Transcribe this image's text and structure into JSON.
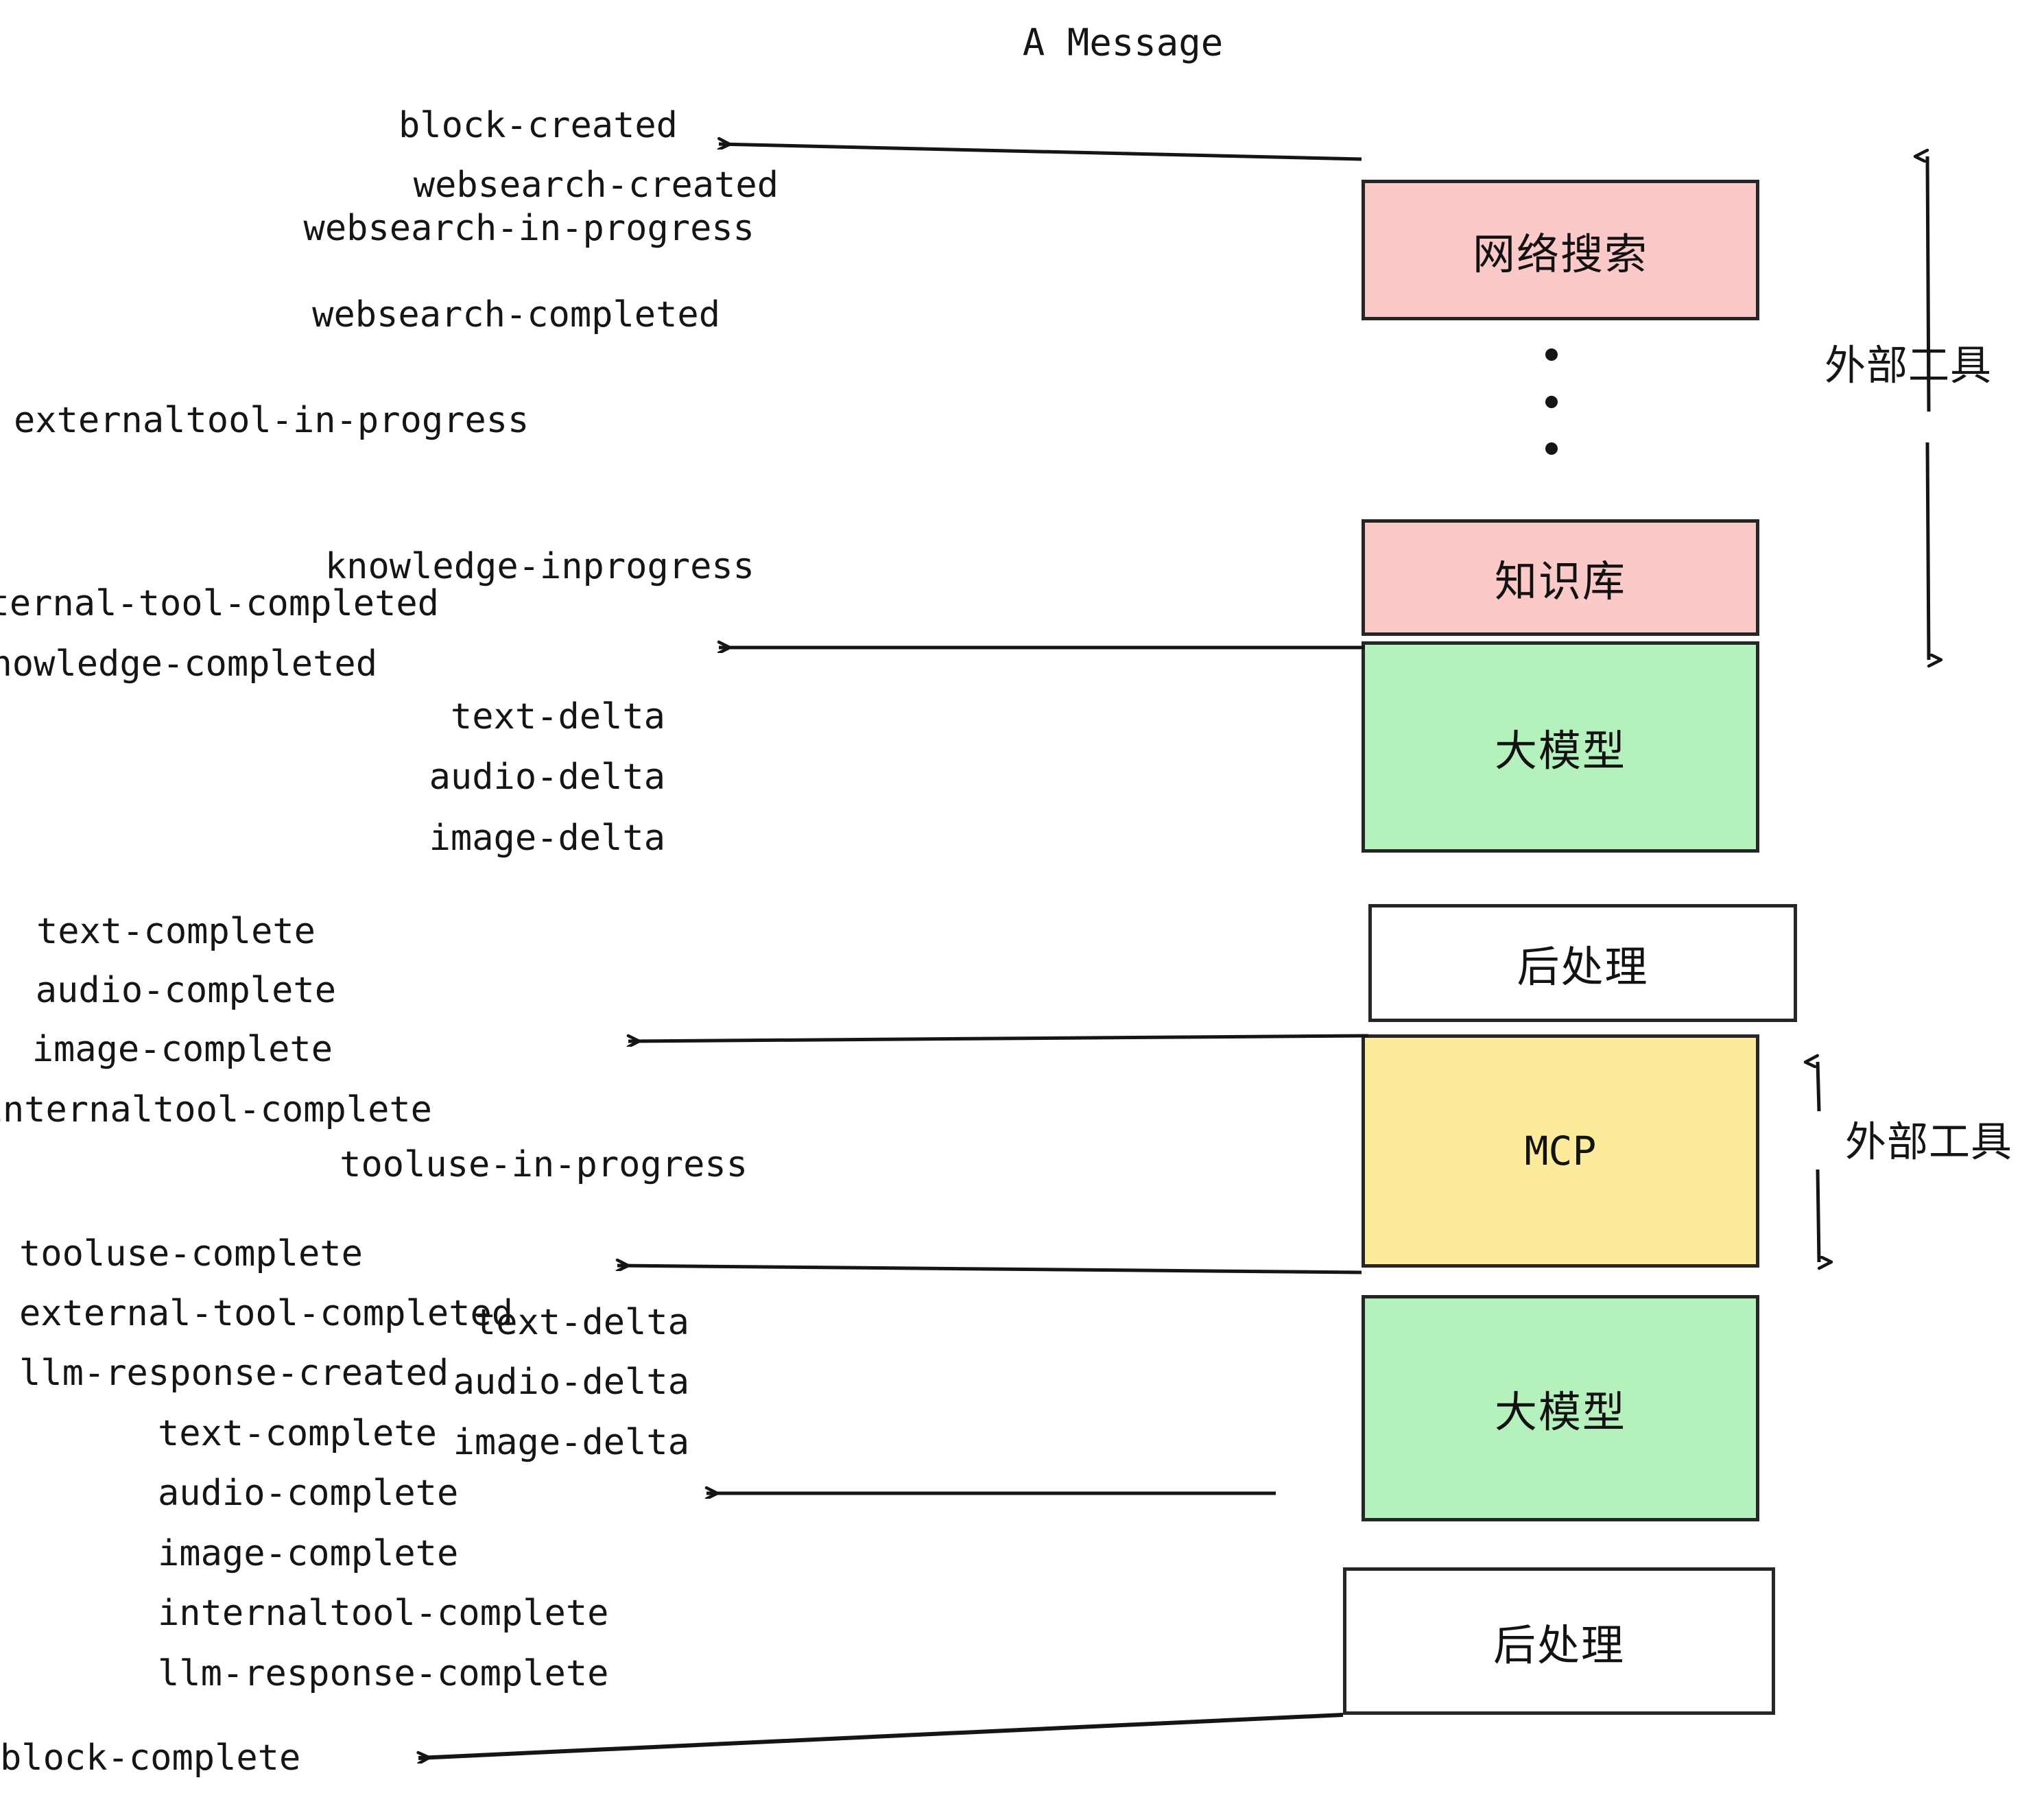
{
  "title": "A Message",
  "colors": {
    "pink": "#FCC9C9",
    "green": "#B4F1BD",
    "yellow": "#FBEB9A",
    "white": "#FFFFFF",
    "stroke": "#262626",
    "text": "#151515",
    "background": "#FFFFFF"
  },
  "nodes": [
    {
      "id": "websearch",
      "label": "网络搜索",
      "fill": "#FCC9C9"
    },
    {
      "id": "knowledge",
      "label": "知识库",
      "fill": "#FCC9C9"
    },
    {
      "id": "llm-1",
      "label": "大模型",
      "fill": "#B4F1BD"
    },
    {
      "id": "postprocess-1",
      "label": "后处理",
      "fill": "#FFFFFF"
    },
    {
      "id": "mcp",
      "label": "MCP",
      "fill": "#FBEB9A"
    },
    {
      "id": "llm-2",
      "label": "大模型",
      "fill": "#B4F1BD"
    },
    {
      "id": "postprocess-2",
      "label": "后处理",
      "fill": "#FFFFFF"
    }
  ],
  "side_labels": [
    {
      "id": "external-tools-top",
      "label": "外部工具"
    },
    {
      "id": "external-tools-bottom",
      "label": "外部工具"
    }
  ],
  "events": [
    {
      "id": "e01",
      "text": "block-created"
    },
    {
      "id": "e02",
      "text": "websearch-created"
    },
    {
      "id": "e03",
      "text": "websearch-in-progress"
    },
    {
      "id": "e04",
      "text": "websearch-completed"
    },
    {
      "id": "e05",
      "text": "externaltool-in-progress"
    },
    {
      "id": "e06",
      "text": "knowledge-inprogress"
    },
    {
      "id": "e07",
      "text": "external-tool-completed"
    },
    {
      "id": "e08",
      "text": "knowledge-completed"
    },
    {
      "id": "e09",
      "text": "text-delta"
    },
    {
      "id": "e10",
      "text": "audio-delta"
    },
    {
      "id": "e11",
      "text": "image-delta"
    },
    {
      "id": "e12",
      "text": "text-complete"
    },
    {
      "id": "e13",
      "text": "audio-complete"
    },
    {
      "id": "e14",
      "text": "image-complete"
    },
    {
      "id": "e15",
      "text": "internaltool-complete"
    },
    {
      "id": "e16",
      "text": "tooluse-in-progress"
    },
    {
      "id": "e17",
      "text": "tooluse-complete"
    },
    {
      "id": "e18",
      "text": "external-tool-completed"
    },
    {
      "id": "e19",
      "text": "llm-response-created"
    },
    {
      "id": "e20",
      "text": "text-complete"
    },
    {
      "id": "e21",
      "text": "audio-complete"
    },
    {
      "id": "e22",
      "text": "image-complete"
    },
    {
      "id": "e23",
      "text": "internaltool-complete"
    },
    {
      "id": "e24",
      "text": "llm-response-complete"
    },
    {
      "id": "e25",
      "text": "text-delta"
    },
    {
      "id": "e26",
      "text": "audio-delta"
    },
    {
      "id": "e27",
      "text": "image-delta"
    },
    {
      "id": "e28",
      "text": "block-complete"
    }
  ]
}
